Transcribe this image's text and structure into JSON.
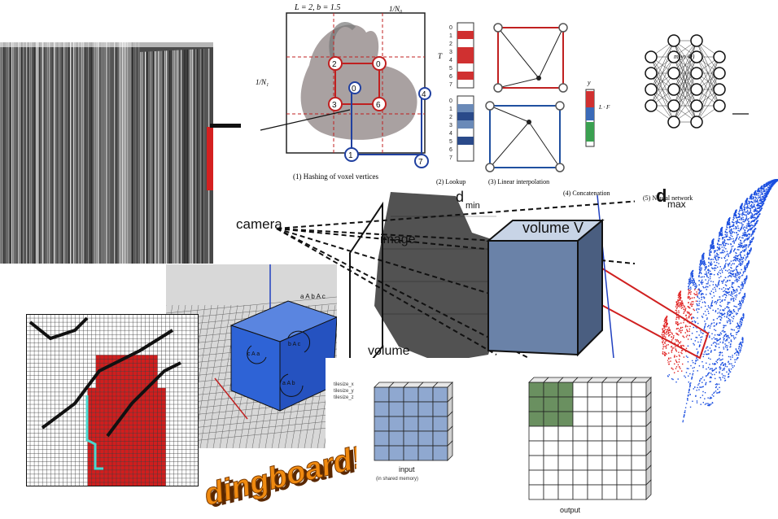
{
  "hash_diagram": {
    "params": "L = 2,  b = 1.5",
    "cell_top": "1/N₀",
    "cell_left": "1/N₁",
    "vertex_ids": [
      "2",
      "0",
      "0",
      "3",
      "6",
      "1",
      "7",
      "4"
    ],
    "caption_1": "(1) Hashing of voxel vertices",
    "caption_2": "(2) Lookup",
    "caption_3": "(3) Linear interpolation",
    "caption_4": "(4) Concatenation",
    "caption_5": "(5) Neural network",
    "table_rows": [
      "0",
      "1",
      "2",
      "3",
      "4",
      "5",
      "6",
      "7"
    ],
    "table_label": "T",
    "mlp_label": "m(y; Φ)",
    "concat_label": "L · F",
    "y_label": "y"
  },
  "camera_diagram": {
    "camera": "camera",
    "image": "image",
    "volume_v": "volume V",
    "volume_small": "volume",
    "d_min": "d",
    "d_min_sub": "min",
    "d_max": "d",
    "d_max_sub": "max"
  },
  "cube_render": {
    "top_label": "a A b A c",
    "face_right": "b A c",
    "face_left": "c A a",
    "face_bottom": "a A b"
  },
  "tile_diagram": {
    "input_label": "input",
    "input_sub": "(in shared memory)",
    "output_label": "output",
    "side_labels": [
      "tilesize_x",
      "tilesize_y",
      "tilesize_z"
    ]
  },
  "logo": {
    "text": "dingboard!"
  },
  "colors": {
    "red": "#d01e1e",
    "blue": "#2a5ad8",
    "fern_blue": "#1a4ee0",
    "fern_red": "#e02020",
    "cube_blue": "#2e63d6",
    "grid_cyan": "#48d8d0",
    "logo_orange": "#f08a10"
  }
}
